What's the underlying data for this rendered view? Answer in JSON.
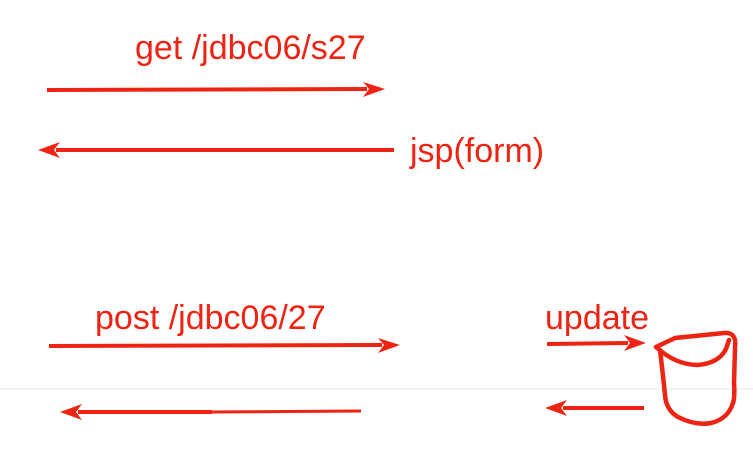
{
  "diagram": {
    "type": "hand-drawn-sequence-sketch",
    "background_color": "#ffffff",
    "ink_color": "#ed2413",
    "interactions": [
      {
        "label": "get /jdbc06/s27",
        "direction": "right",
        "row": "top-request"
      },
      {
        "label": "jsp(form)",
        "direction": "left",
        "row": "top-response"
      },
      {
        "label": "post /jdbc06/27",
        "direction": "right",
        "row": "bottom-request"
      },
      {
        "label": "update",
        "direction": "right",
        "row": "db-request",
        "target": "database"
      }
    ],
    "unlabeled_arrows": [
      {
        "direction": "left",
        "row": "bottom-response"
      },
      {
        "direction": "left",
        "row": "db-response"
      }
    ],
    "icons": [
      {
        "name": "database-sketch-icon",
        "meaning": "database / storage bucket (hand-drawn cylinder)"
      }
    ]
  }
}
